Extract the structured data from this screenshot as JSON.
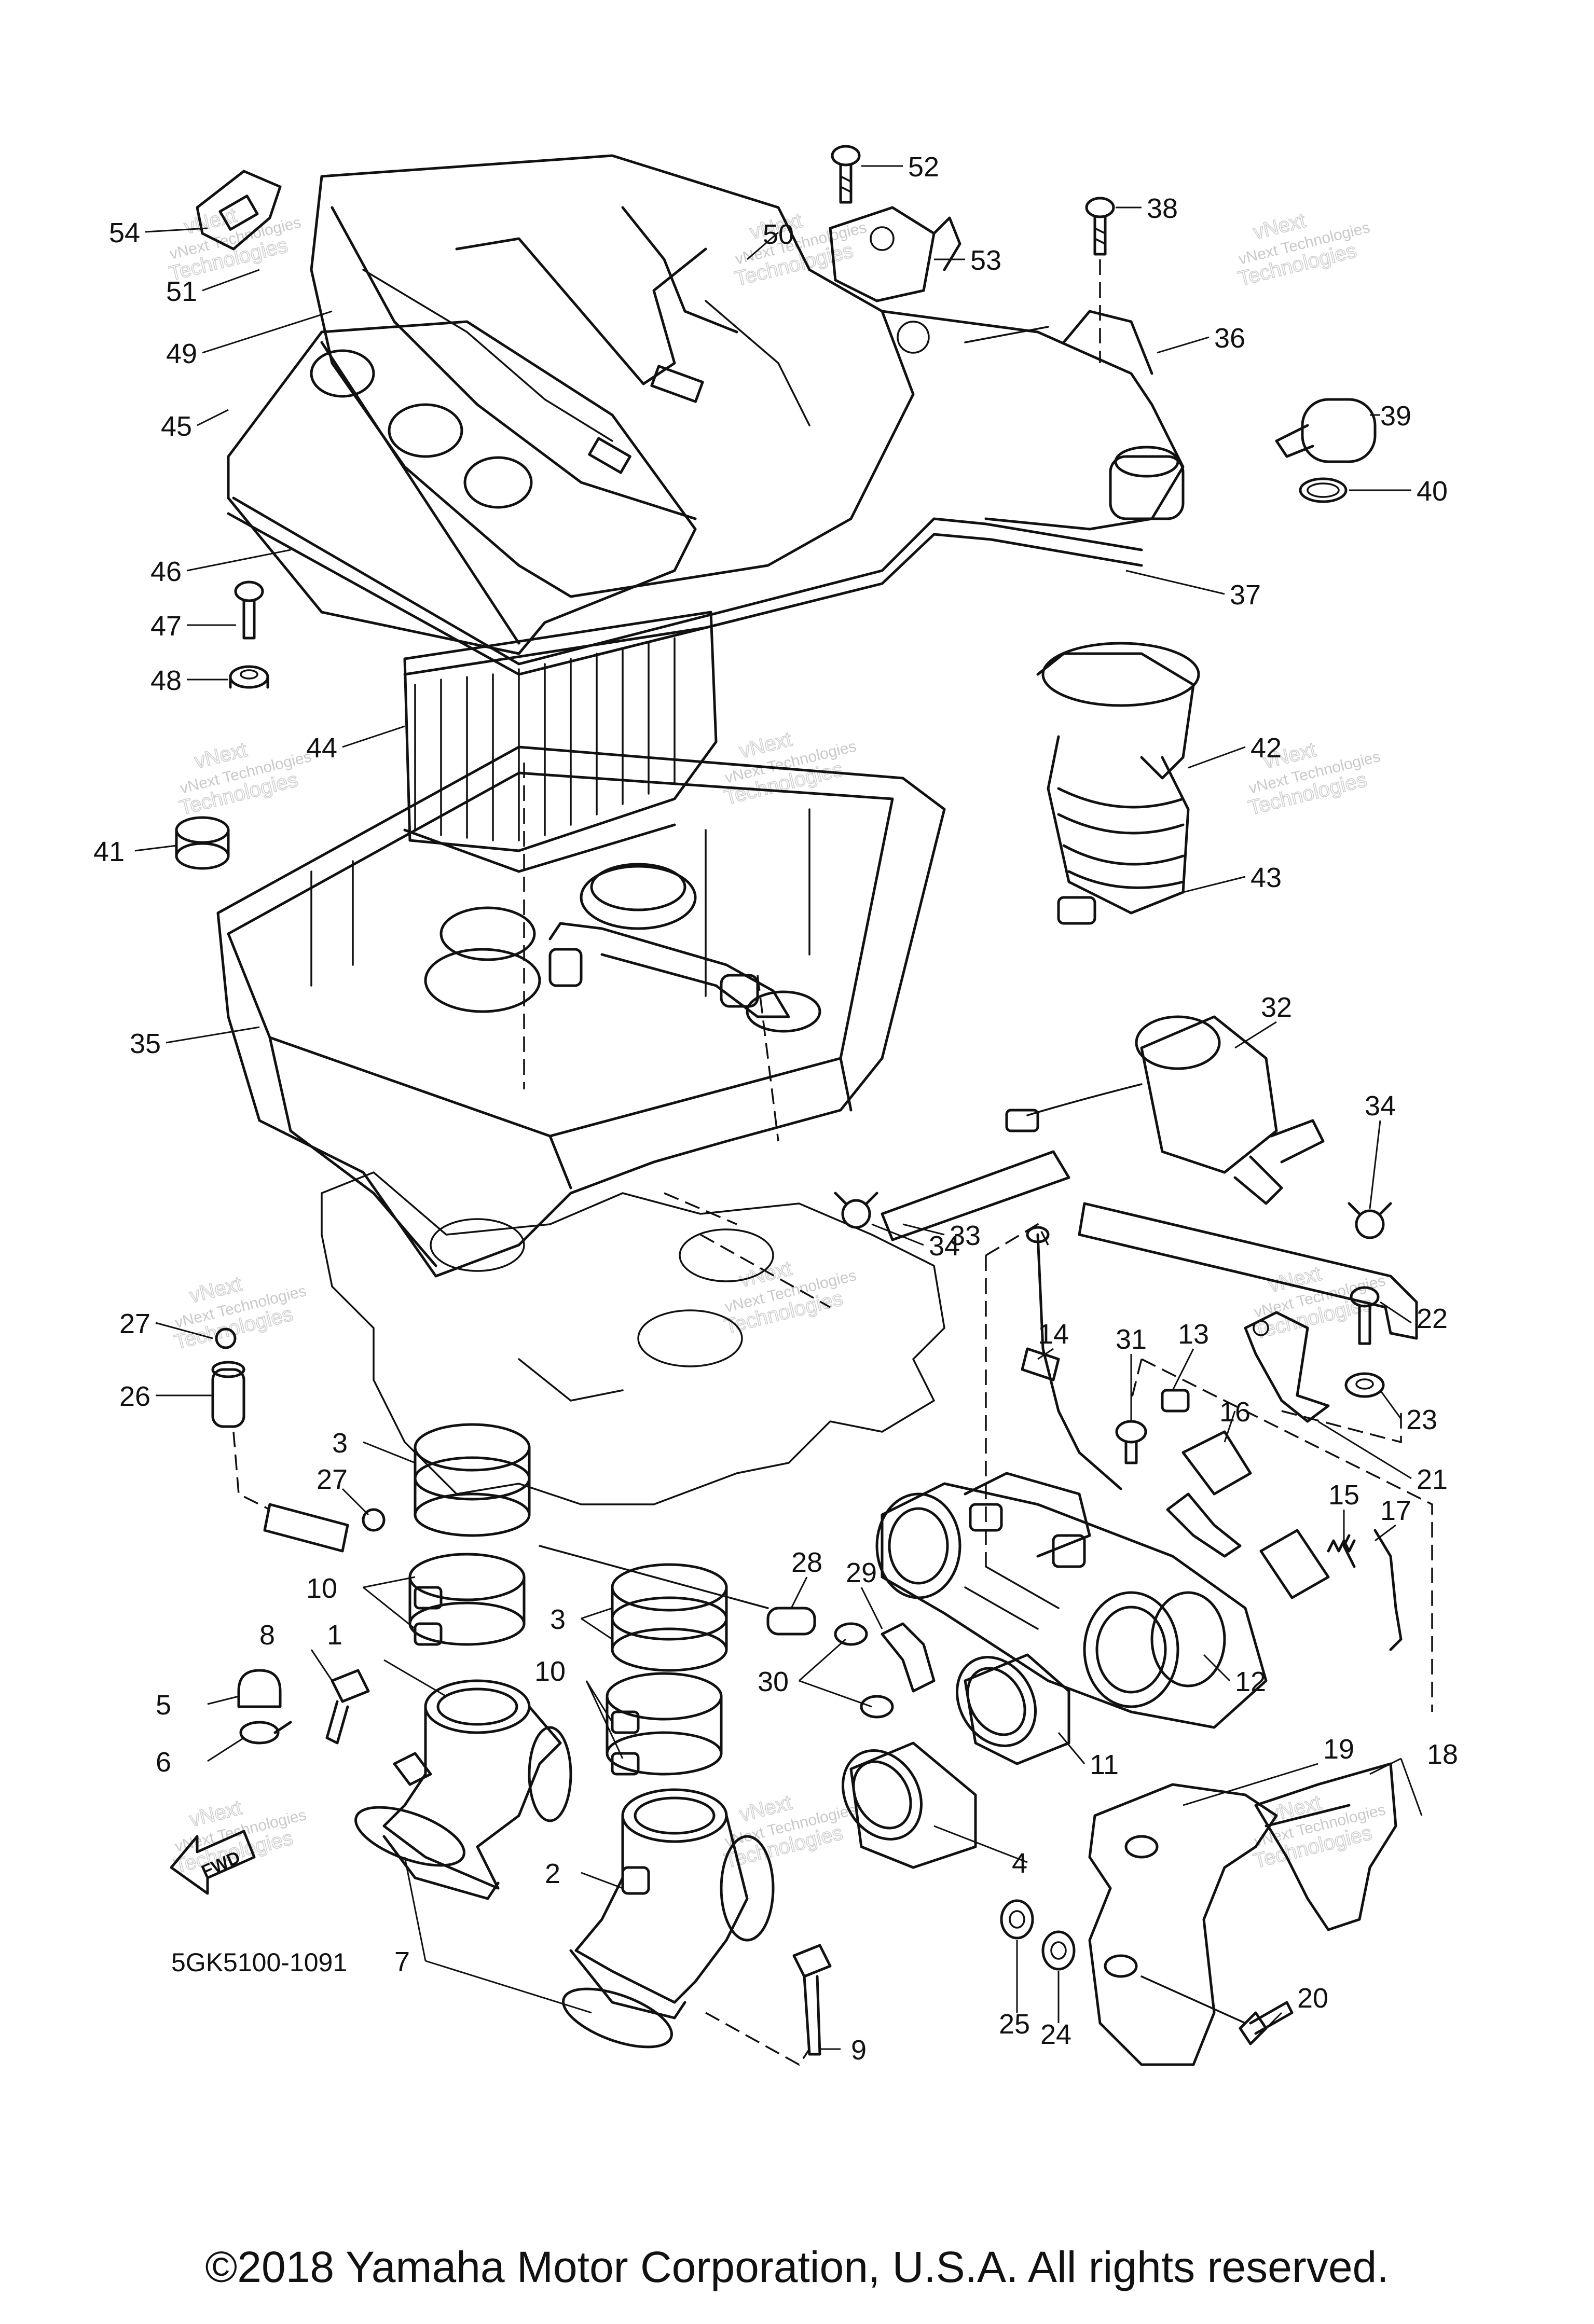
{
  "diagram": {
    "part_code": "5GK5100-1091",
    "fwd_label": "FWD",
    "watermark": {
      "line1": "vNext Technologies",
      "line2": "vNext",
      "line3": "Technologies"
    },
    "callouts": [
      {
        "id": "c1",
        "label": "1"
      },
      {
        "id": "c2",
        "label": "2"
      },
      {
        "id": "c3a",
        "label": "3"
      },
      {
        "id": "c3b",
        "label": "3"
      },
      {
        "id": "c4",
        "label": "4"
      },
      {
        "id": "c5",
        "label": "5"
      },
      {
        "id": "c6",
        "label": "6"
      },
      {
        "id": "c7",
        "label": "7"
      },
      {
        "id": "c8",
        "label": "8"
      },
      {
        "id": "c9",
        "label": "9"
      },
      {
        "id": "c10a",
        "label": "10"
      },
      {
        "id": "c10b",
        "label": "10"
      },
      {
        "id": "c11",
        "label": "11"
      },
      {
        "id": "c12",
        "label": "12"
      },
      {
        "id": "c13",
        "label": "13"
      },
      {
        "id": "c14",
        "label": "14"
      },
      {
        "id": "c15",
        "label": "15"
      },
      {
        "id": "c16",
        "label": "16"
      },
      {
        "id": "c17",
        "label": "17"
      },
      {
        "id": "c18",
        "label": "18"
      },
      {
        "id": "c19",
        "label": "19"
      },
      {
        "id": "c20",
        "label": "20"
      },
      {
        "id": "c21",
        "label": "21"
      },
      {
        "id": "c22",
        "label": "22"
      },
      {
        "id": "c23",
        "label": "23"
      },
      {
        "id": "c24",
        "label": "24"
      },
      {
        "id": "c25",
        "label": "25"
      },
      {
        "id": "c26",
        "label": "26"
      },
      {
        "id": "c27a",
        "label": "27"
      },
      {
        "id": "c27b",
        "label": "27"
      },
      {
        "id": "c28",
        "label": "28"
      },
      {
        "id": "c29",
        "label": "29"
      },
      {
        "id": "c30",
        "label": "30"
      },
      {
        "id": "c31",
        "label": "31"
      },
      {
        "id": "c32",
        "label": "32"
      },
      {
        "id": "c33",
        "label": "33"
      },
      {
        "id": "c34a",
        "label": "34"
      },
      {
        "id": "c34b",
        "label": "34"
      },
      {
        "id": "c35",
        "label": "35"
      },
      {
        "id": "c36",
        "label": "36"
      },
      {
        "id": "c37",
        "label": "37"
      },
      {
        "id": "c38",
        "label": "38"
      },
      {
        "id": "c39",
        "label": "39"
      },
      {
        "id": "c40",
        "label": "40"
      },
      {
        "id": "c41",
        "label": "41"
      },
      {
        "id": "c42",
        "label": "42"
      },
      {
        "id": "c43",
        "label": "43"
      },
      {
        "id": "c44",
        "label": "44"
      },
      {
        "id": "c45",
        "label": "45"
      },
      {
        "id": "c46",
        "label": "46"
      },
      {
        "id": "c47",
        "label": "47"
      },
      {
        "id": "c48",
        "label": "48"
      },
      {
        "id": "c49",
        "label": "49"
      },
      {
        "id": "c50",
        "label": "50"
      },
      {
        "id": "c51",
        "label": "51"
      },
      {
        "id": "c52",
        "label": "52"
      },
      {
        "id": "c53",
        "label": "53"
      },
      {
        "id": "c54",
        "label": "54"
      }
    ]
  },
  "footer": {
    "copyright": "©2018 Yamaha Motor Corporation, U.S.A. All rights reserved."
  }
}
